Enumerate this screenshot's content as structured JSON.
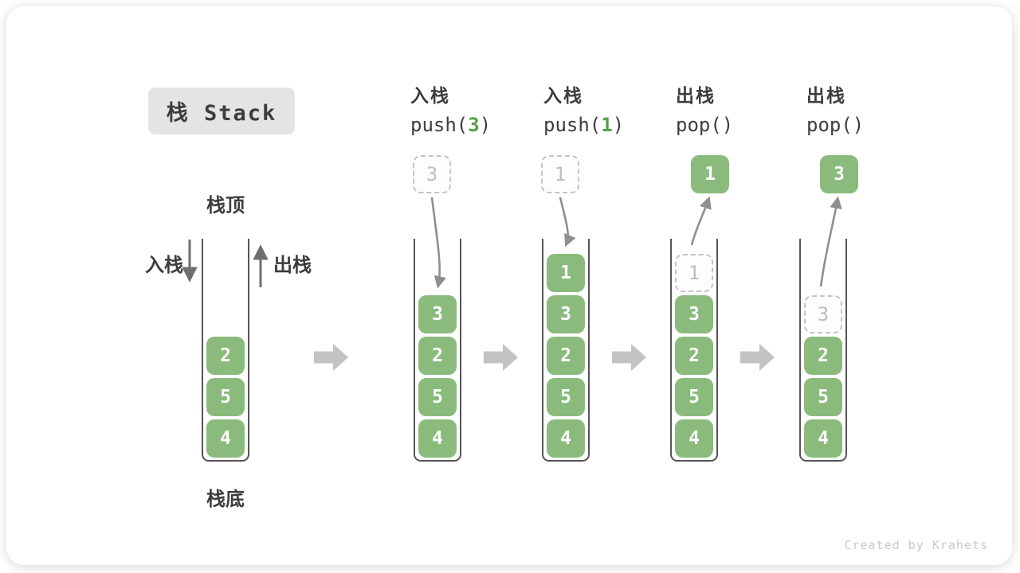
{
  "title_badge": "栈 Stack",
  "watermark": "Created by Krahets",
  "legend": {
    "stack_top": "栈顶",
    "stack_bottom": "栈底",
    "push": "入栈",
    "pop": "出栈"
  },
  "operations": [
    {
      "label": "入栈",
      "code_prefix": "push(",
      "code_arg": "3",
      "code_suffix": ")"
    },
    {
      "label": "入栈",
      "code_prefix": "push(",
      "code_arg": "1",
      "code_suffix": ")"
    },
    {
      "label": "出栈",
      "code_prefix": "pop()",
      "code_arg": "",
      "code_suffix": ""
    },
    {
      "label": "出栈",
      "code_prefix": "pop()",
      "code_arg": "",
      "code_suffix": ""
    }
  ],
  "stacks": [
    {
      "cells": [
        {
          "value": "2"
        },
        {
          "value": "5"
        },
        {
          "value": "4"
        }
      ]
    },
    {
      "cells": [
        {
          "value": "3"
        },
        {
          "value": "2"
        },
        {
          "value": "5"
        },
        {
          "value": "4"
        }
      ],
      "floating": {
        "value": "3",
        "variant": "dashed"
      },
      "flow": "in"
    },
    {
      "cells": [
        {
          "value": "1"
        },
        {
          "value": "3"
        },
        {
          "value": "2"
        },
        {
          "value": "5"
        },
        {
          "value": "4"
        }
      ],
      "floating": {
        "value": "1",
        "variant": "dashed"
      },
      "flow": "in"
    },
    {
      "cells": [
        {
          "value": "1",
          "ghost": true
        },
        {
          "value": "3"
        },
        {
          "value": "2"
        },
        {
          "value": "5"
        },
        {
          "value": "4"
        }
      ],
      "floating": {
        "value": "1",
        "variant": "solid"
      },
      "flow": "out"
    },
    {
      "cells": [
        {
          "value": "3",
          "ghost": true
        },
        {
          "value": "2"
        },
        {
          "value": "5"
        },
        {
          "value": "4"
        }
      ],
      "floating": {
        "value": "3",
        "variant": "solid"
      },
      "flow": "out"
    }
  ],
  "colors": {
    "cell_green": "#8abb7c",
    "cell_text": "#ffffff",
    "code_accent": "#55a14b",
    "ghost_border": "#c4c4c4",
    "ghost_text": "#bdbdbd",
    "ghost_fill": "#fdfdfd",
    "wall": "#555555",
    "ink": "#3d3d3d",
    "flow_arrow": "#c3c3c3",
    "motion_arrow": "#8f8f8f",
    "side_arrow": "#6f6f6f",
    "badge_bg": "#e4e4e4",
    "watermark": "#c9c9c9"
  }
}
